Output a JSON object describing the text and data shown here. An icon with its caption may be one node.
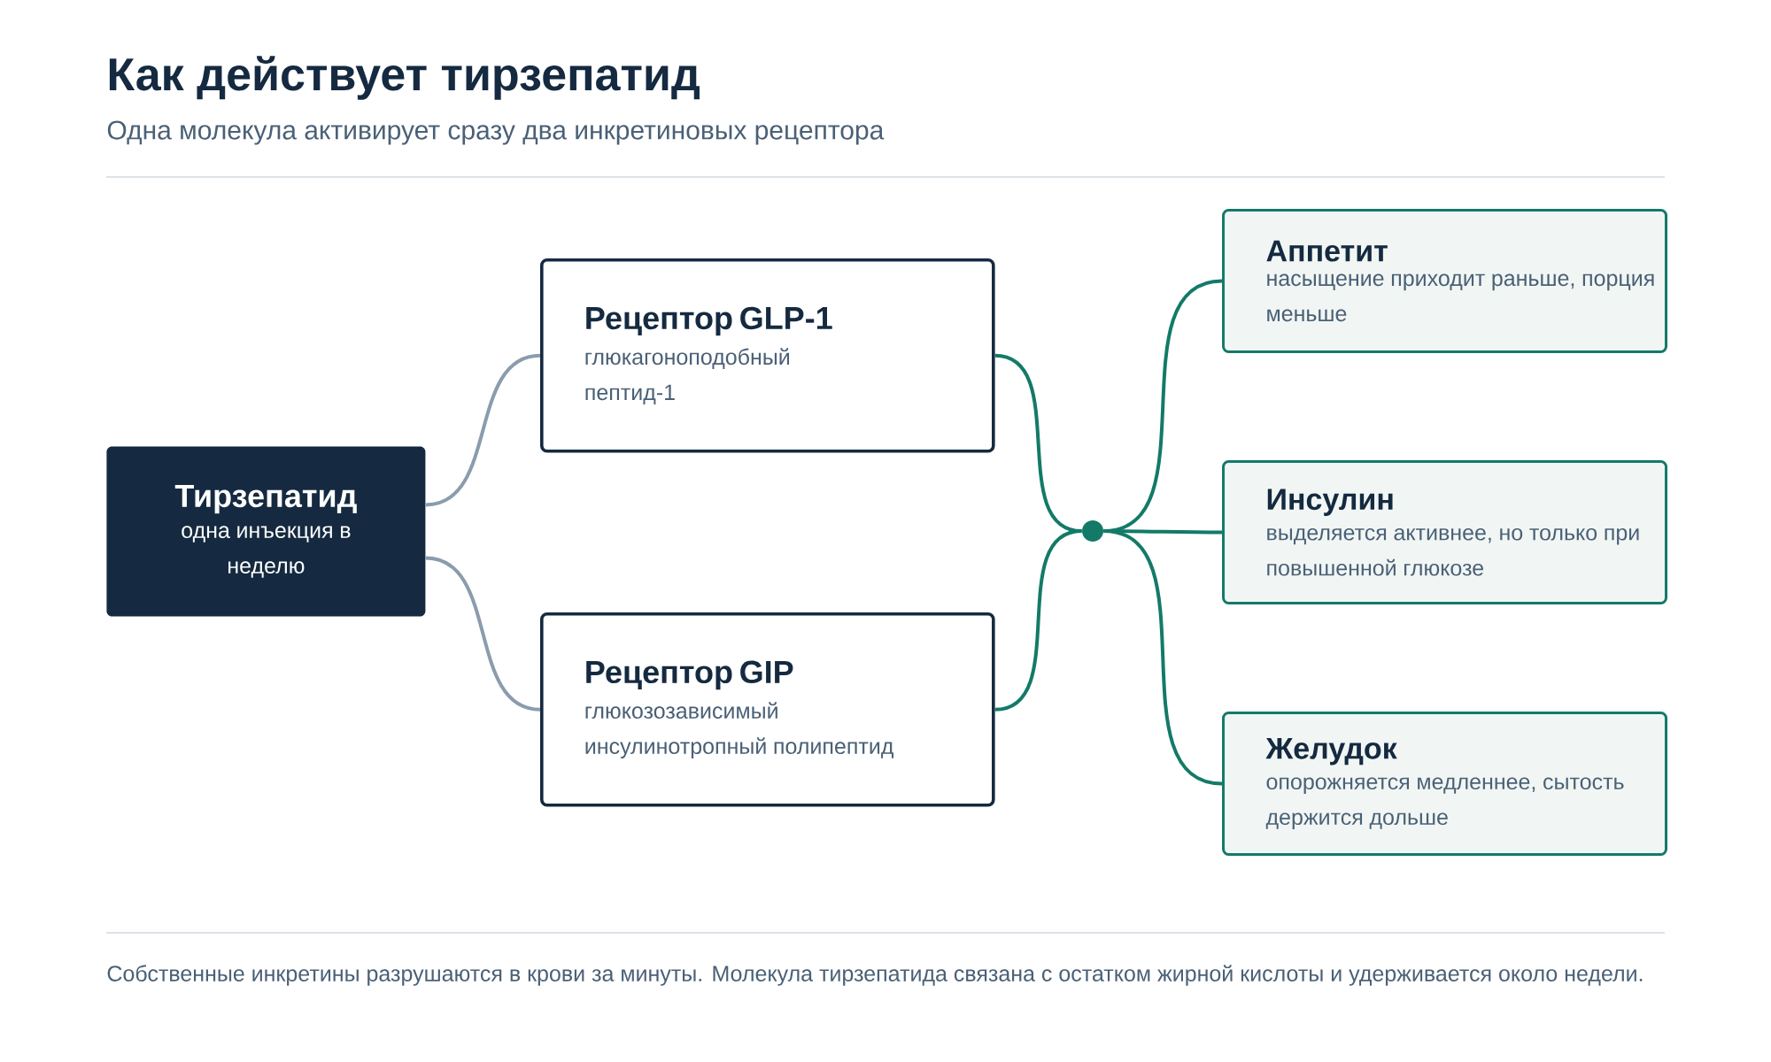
{
  "diagram": {
    "title": "Как действует тирзепатид",
    "caption": "Собственные инкретины разрушаются в крови за минуты. Молекула тирзепатида связана с остатком жирной кислоты и удерживается около недели.",
    "nodes": [
      {
        "text": [
          "Тирзепатид",
          "одна инъекция в неделю"
        ]
      },
      {
        "text": [
          "Рецептор GLP-1",
          "глюкагоноподобный пептид-1"
        ]
      },
      {
        "text": [
          "Рецептор GIP",
          "глюкозозависимый инсулинотропный полипептид"
        ]
      },
      {
        "text": [],
        "shape": "circle"
      },
      {
        "text": [
          "Аппетит",
          "насыщение приходит раньше, порция меньше"
        ]
      },
      {
        "text": [
          "Инсулин",
          "выделяется активнее, но только при повышенной глюкозе"
        ]
      },
      {
        "text": [
          "Желудок",
          "опорожняется медленнее, сытость держится дольше"
        ]
      }
    ],
    "edges": [
      {
        "from": 0,
        "to": 1,
        "arrow": "none",
        "color": "#8a9cad"
      },
      {
        "from": 0,
        "to": 2,
        "arrow": "none",
        "color": "#8a9cad"
      },
      {
        "from": 1,
        "to": 3,
        "arrow": "none"
      },
      {
        "from": 2,
        "to": 3,
        "arrow": "none"
      },
      {
        "from": 3,
        "to": 4,
        "arrow": "none"
      },
      {
        "from": 3,
        "to": 5,
        "arrow": "none"
      },
      {
        "from": 3,
        "to": 6,
        "arrow": "none"
      }
    ],
    "labels": [
      "Одна молекула активирует сразу два инкретиновых рецептора"
    ]
  }
}
